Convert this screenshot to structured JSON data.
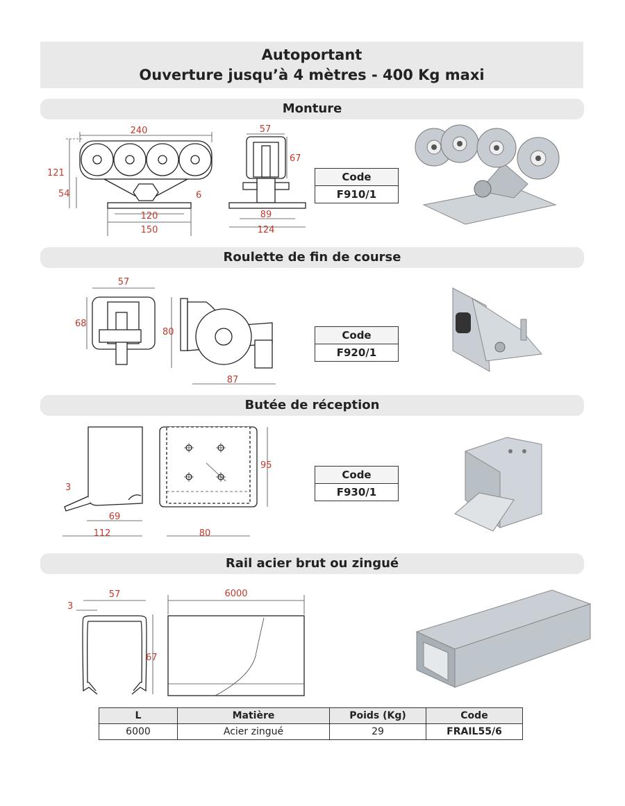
{
  "header": {
    "line1": "Autoportant",
    "line2": "Ouverture jusqu’à 4 mètres - 400 Kg maxi"
  },
  "sections": [
    {
      "title": "Monture",
      "code_label": "Code",
      "code": "F910/1",
      "dims": {
        "d240": "240",
        "d121": "121",
        "d54": "54",
        "d120": "120",
        "d150": "150",
        "d6": "6",
        "d57": "57",
        "d67": "67",
        "d89": "89",
        "d124": "124"
      }
    },
    {
      "title": "Roulette de fin de course",
      "code_label": "Code",
      "code": "F920/1",
      "dims": {
        "d57": "57",
        "d68": "68",
        "d80": "80",
        "d87": "87"
      }
    },
    {
      "title": "Butée de réception",
      "code_label": "Code",
      "code": "F930/1",
      "dims": {
        "d3": "3",
        "d69": "69",
        "d112": "112",
        "d95": "95",
        "d80": "80"
      }
    },
    {
      "title": "Rail acier brut ou zingué",
      "dims": {
        "d3": "3",
        "d57": "57",
        "d67": "67",
        "d6000": "6000"
      }
    }
  ],
  "table": {
    "headers": [
      "L",
      "Matière",
      "Poids (Kg)",
      "Code"
    ],
    "row": [
      "6000",
      "Acier zingué",
      "29",
      "FRAIL55/6"
    ]
  }
}
